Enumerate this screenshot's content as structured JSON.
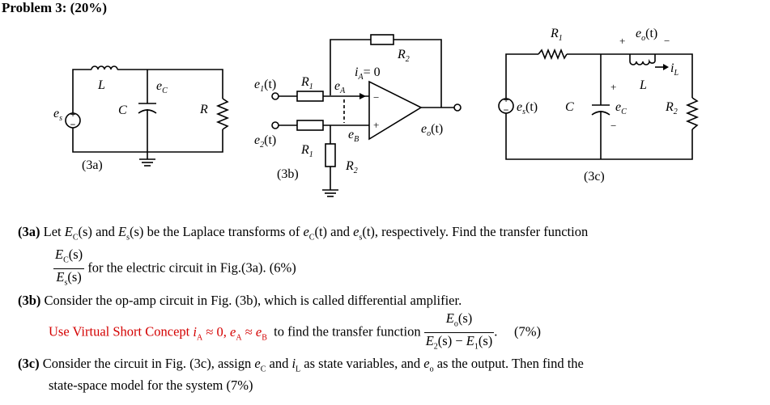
{
  "title": "Problem 3:  (20%)",
  "figures": {
    "a": {
      "caption": "(3a)",
      "labels": {
        "e": "e",
        "s_sub": "s",
        "L": "L",
        "C": "C",
        "ec": "e",
        "ec_sub": "C",
        "R": "R"
      }
    },
    "b": {
      "caption": "(3b)",
      "labels": {
        "R2": "R",
        "R2_sub": "2",
        "e1": "e",
        "e1_sub": "1",
        "e1_arg": "(t)",
        "R1": "R",
        "R1_sub": "1",
        "iA": "i",
        "iA_sub": "A",
        "iA_val": "= 0",
        "eA": "e",
        "eA_sub": "A",
        "eB": "e",
        "eB_sub": "B",
        "e2": "e",
        "e2_sub": "2",
        "e2_arg": "(t)",
        "R1b": "R",
        "R1b_sub": "1",
        "R2b": "R",
        "R2b_sub": "2",
        "eo": "e",
        "eo_sub": "o",
        "eo_arg": "(t)",
        "minus": "−",
        "plus": "+"
      }
    },
    "c": {
      "caption": "(3c)",
      "labels": {
        "R1": "R",
        "R1_sub": "1",
        "eo": "e",
        "eo_sub": "o",
        "eo_arg": "(t)",
        "plus": "+",
        "minus": "−",
        "iL": "i",
        "iL_sub": "L",
        "L": "L",
        "es": "e",
        "es_sub": "s",
        "es_arg": "(t)",
        "C": "C",
        "ec": "e",
        "ec_sub": "C",
        "R2": "R",
        "R2_sub": "2"
      }
    }
  },
  "questions": {
    "a": {
      "label": "(3a)",
      "line1_pre": "Let",
      "Ec": "E",
      "Ec_sub": "C",
      "s": "(s)",
      "and": "and",
      "Es": "E",
      "Es_sub": "s",
      "line1_mid": "be the Laplace transforms of",
      "ec": "e",
      "ec_sub": "C",
      "t": "(t)",
      "es": "e",
      "es_sub": "s",
      "line1_post": ", respectively. Find the transfer function",
      "frac_num": "E",
      "frac_num_sub": "C",
      "frac_den": "E",
      "frac_den_sub": "s",
      "line2": "for the electric circuit in Fig.(3a). (6%)"
    },
    "b": {
      "label": "(3b)",
      "line1": "Consider the op-amp circuit in Fig. (3b), which is called differential amplifier.",
      "red_text": "Use Virtual Short Concept",
      "red_iA": "i",
      "red_iA_sub": "A",
      "red_approx0": "≈ 0,",
      "red_eA": "e",
      "red_eA_sub": "A",
      "red_approx": "≈",
      "red_eB": "e",
      "red_eB_sub": "B",
      "line2_mid": "to find the transfer function",
      "frac_num": "E",
      "frac_num_sub": "o",
      "frac_den_a": "E",
      "frac_den_a_sub": "2",
      "frac_den_op": "(s) − ",
      "frac_den_b": "E",
      "frac_den_b_sub": "1",
      "pct": "(7%)"
    },
    "c": {
      "label": "(3c)",
      "line1_pre": "Consider the circuit in Fig. (3c), assign",
      "ec": "e",
      "ec_sub": "C",
      "and": "and",
      "iL": "i",
      "iL_sub": "L",
      "line1_mid": "as state variables, and",
      "eo": "e",
      "eo_sub": "o",
      "line1_post": "as the output. Then find the",
      "line2": "state-space model for the system (7%)"
    }
  }
}
